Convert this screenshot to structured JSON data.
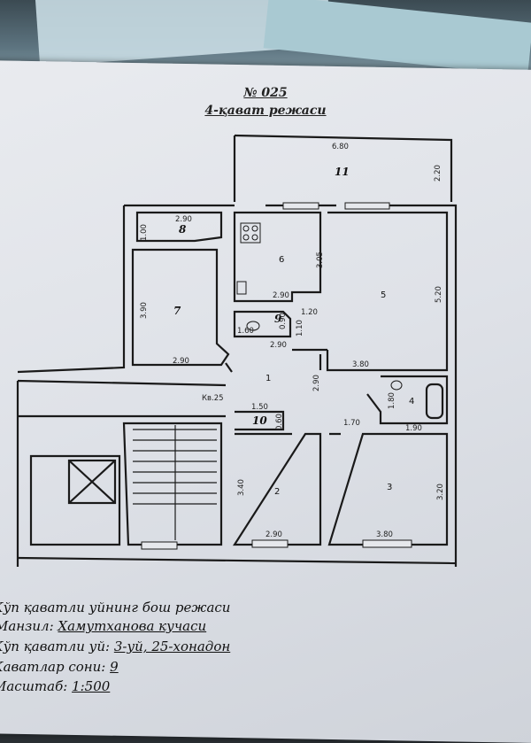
{
  "document": {
    "number": "№ 025",
    "subtitle": "4-қават режаси"
  },
  "rooms": {
    "r1": "1",
    "r2": "2",
    "r3": "3",
    "r4": "4",
    "r5": "5",
    "r6": "6",
    "r7": "7",
    "r8": "8",
    "r9": "9",
    "r10": "10",
    "r11": "11"
  },
  "apartment_label": "Кв.25",
  "dimensions": {
    "balcony_w": "6.80",
    "balcony_h": "2.20",
    "r8_w": "2.90",
    "r8_h": "1.00",
    "r7_h": "3.90",
    "r7_w": "2.90",
    "r6_h": "3.05",
    "r6_w": "2.90",
    "r9_a": "0.90",
    "r9_b": "1.20",
    "r9_c": "1.60",
    "r9_d": "1.10",
    "hall_w": "2.90",
    "hall_h": "2.90",
    "r5_h": "5.20",
    "r5_w": "3.80",
    "r4_a": "1.80",
    "r4_w": "1.90",
    "r10_w": "1.50",
    "r10_h": "0.60",
    "corr_w": "1.70",
    "r2_h": "3.40",
    "r2_w": "2.90",
    "r3_h": "3.20",
    "r3_w": "3.80"
  },
  "info": {
    "line1": "Кўп қаватли уйнинг бош режаси",
    "address_label": "Манзил:",
    "address_value": "Хамутханова кучаси",
    "house_label": "Кўп қаватли уй:",
    "house_value": "3-уй, 25-хонадон",
    "floors_label": "Каватлар сони:",
    "floors_value": "9",
    "scale_label": "Масштаб:",
    "scale_value": "1:500"
  }
}
